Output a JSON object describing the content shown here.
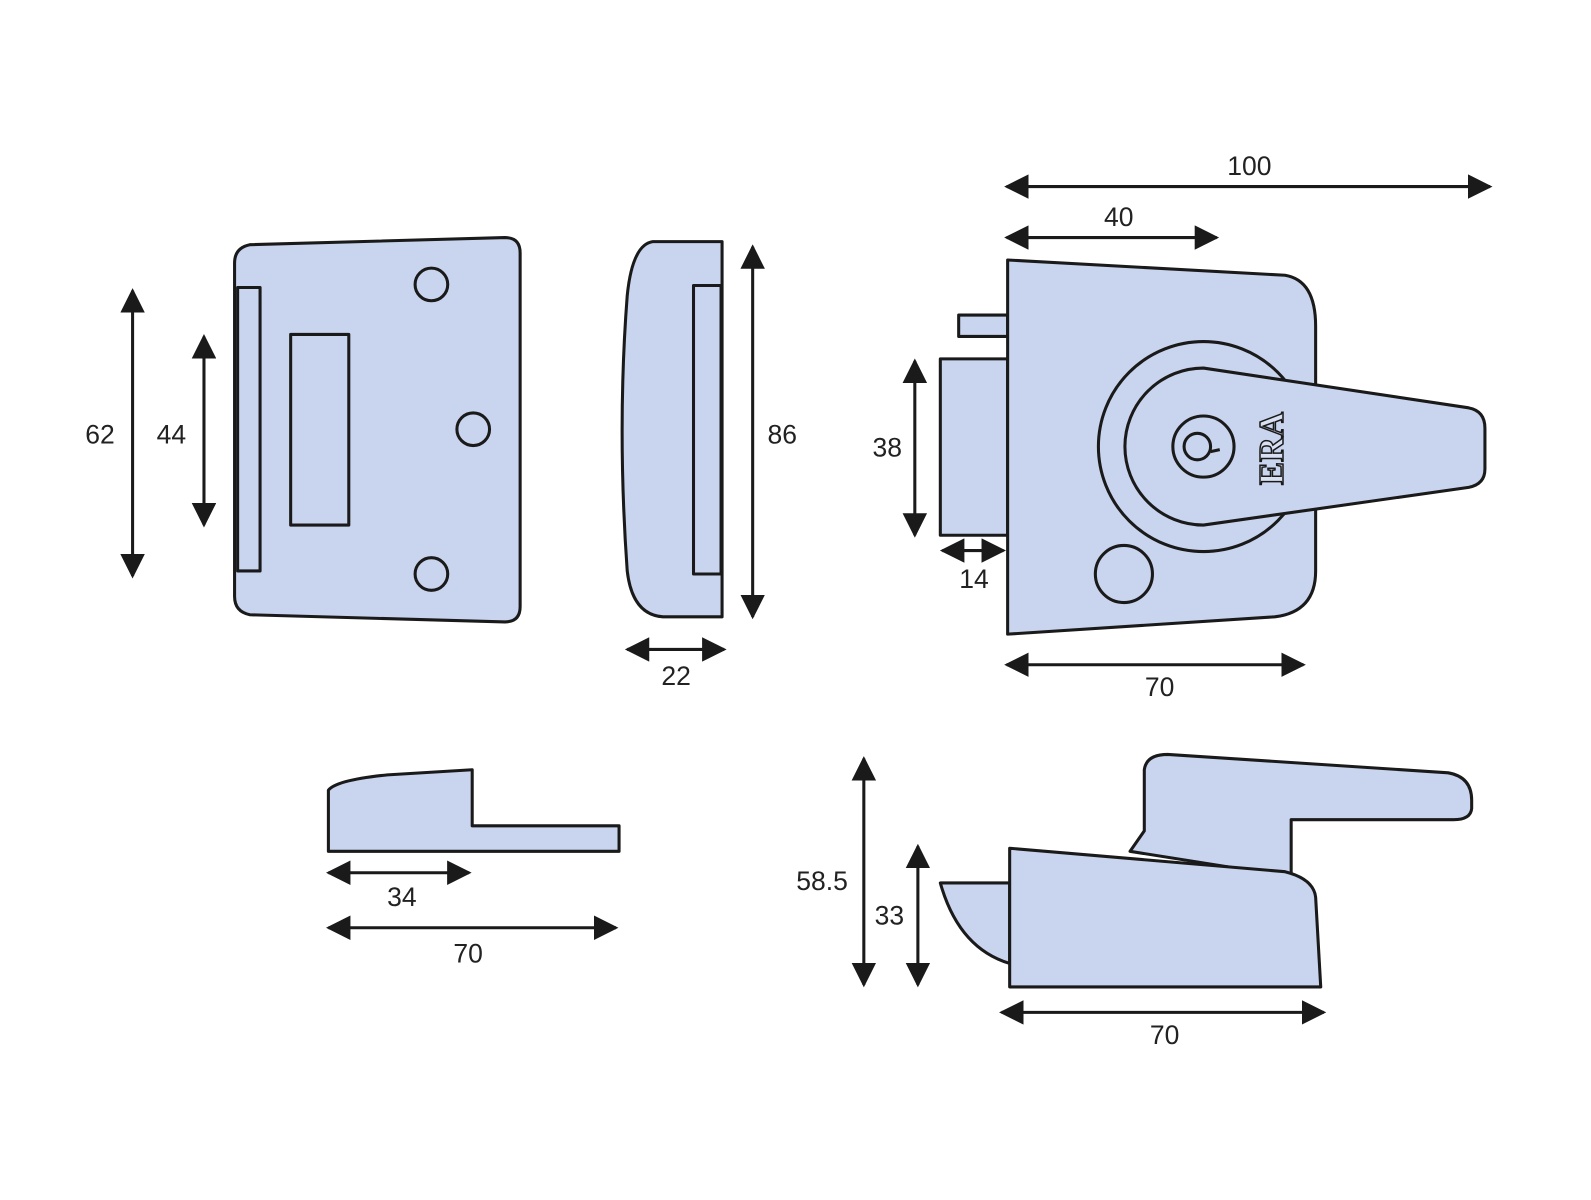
{
  "title": "ERA nightlatch dimension drawing",
  "logo_text": "ERA",
  "colors": {
    "part_fill": "#c9d5ee",
    "outline": "#1a1a1a"
  },
  "keep_front": {
    "height_outer": "62",
    "height_inner": "44"
  },
  "keep_side": {
    "height": "86",
    "depth": "22"
  },
  "lock_front": {
    "overall_width": "100",
    "to_handle": "40",
    "bolt_height": "38",
    "bolt_projection": "14",
    "body_width": "70"
  },
  "keep_plan": {
    "step": "34",
    "length": "70"
  },
  "lock_side": {
    "overall_height": "58.5",
    "body_height": "33",
    "length": "70"
  }
}
